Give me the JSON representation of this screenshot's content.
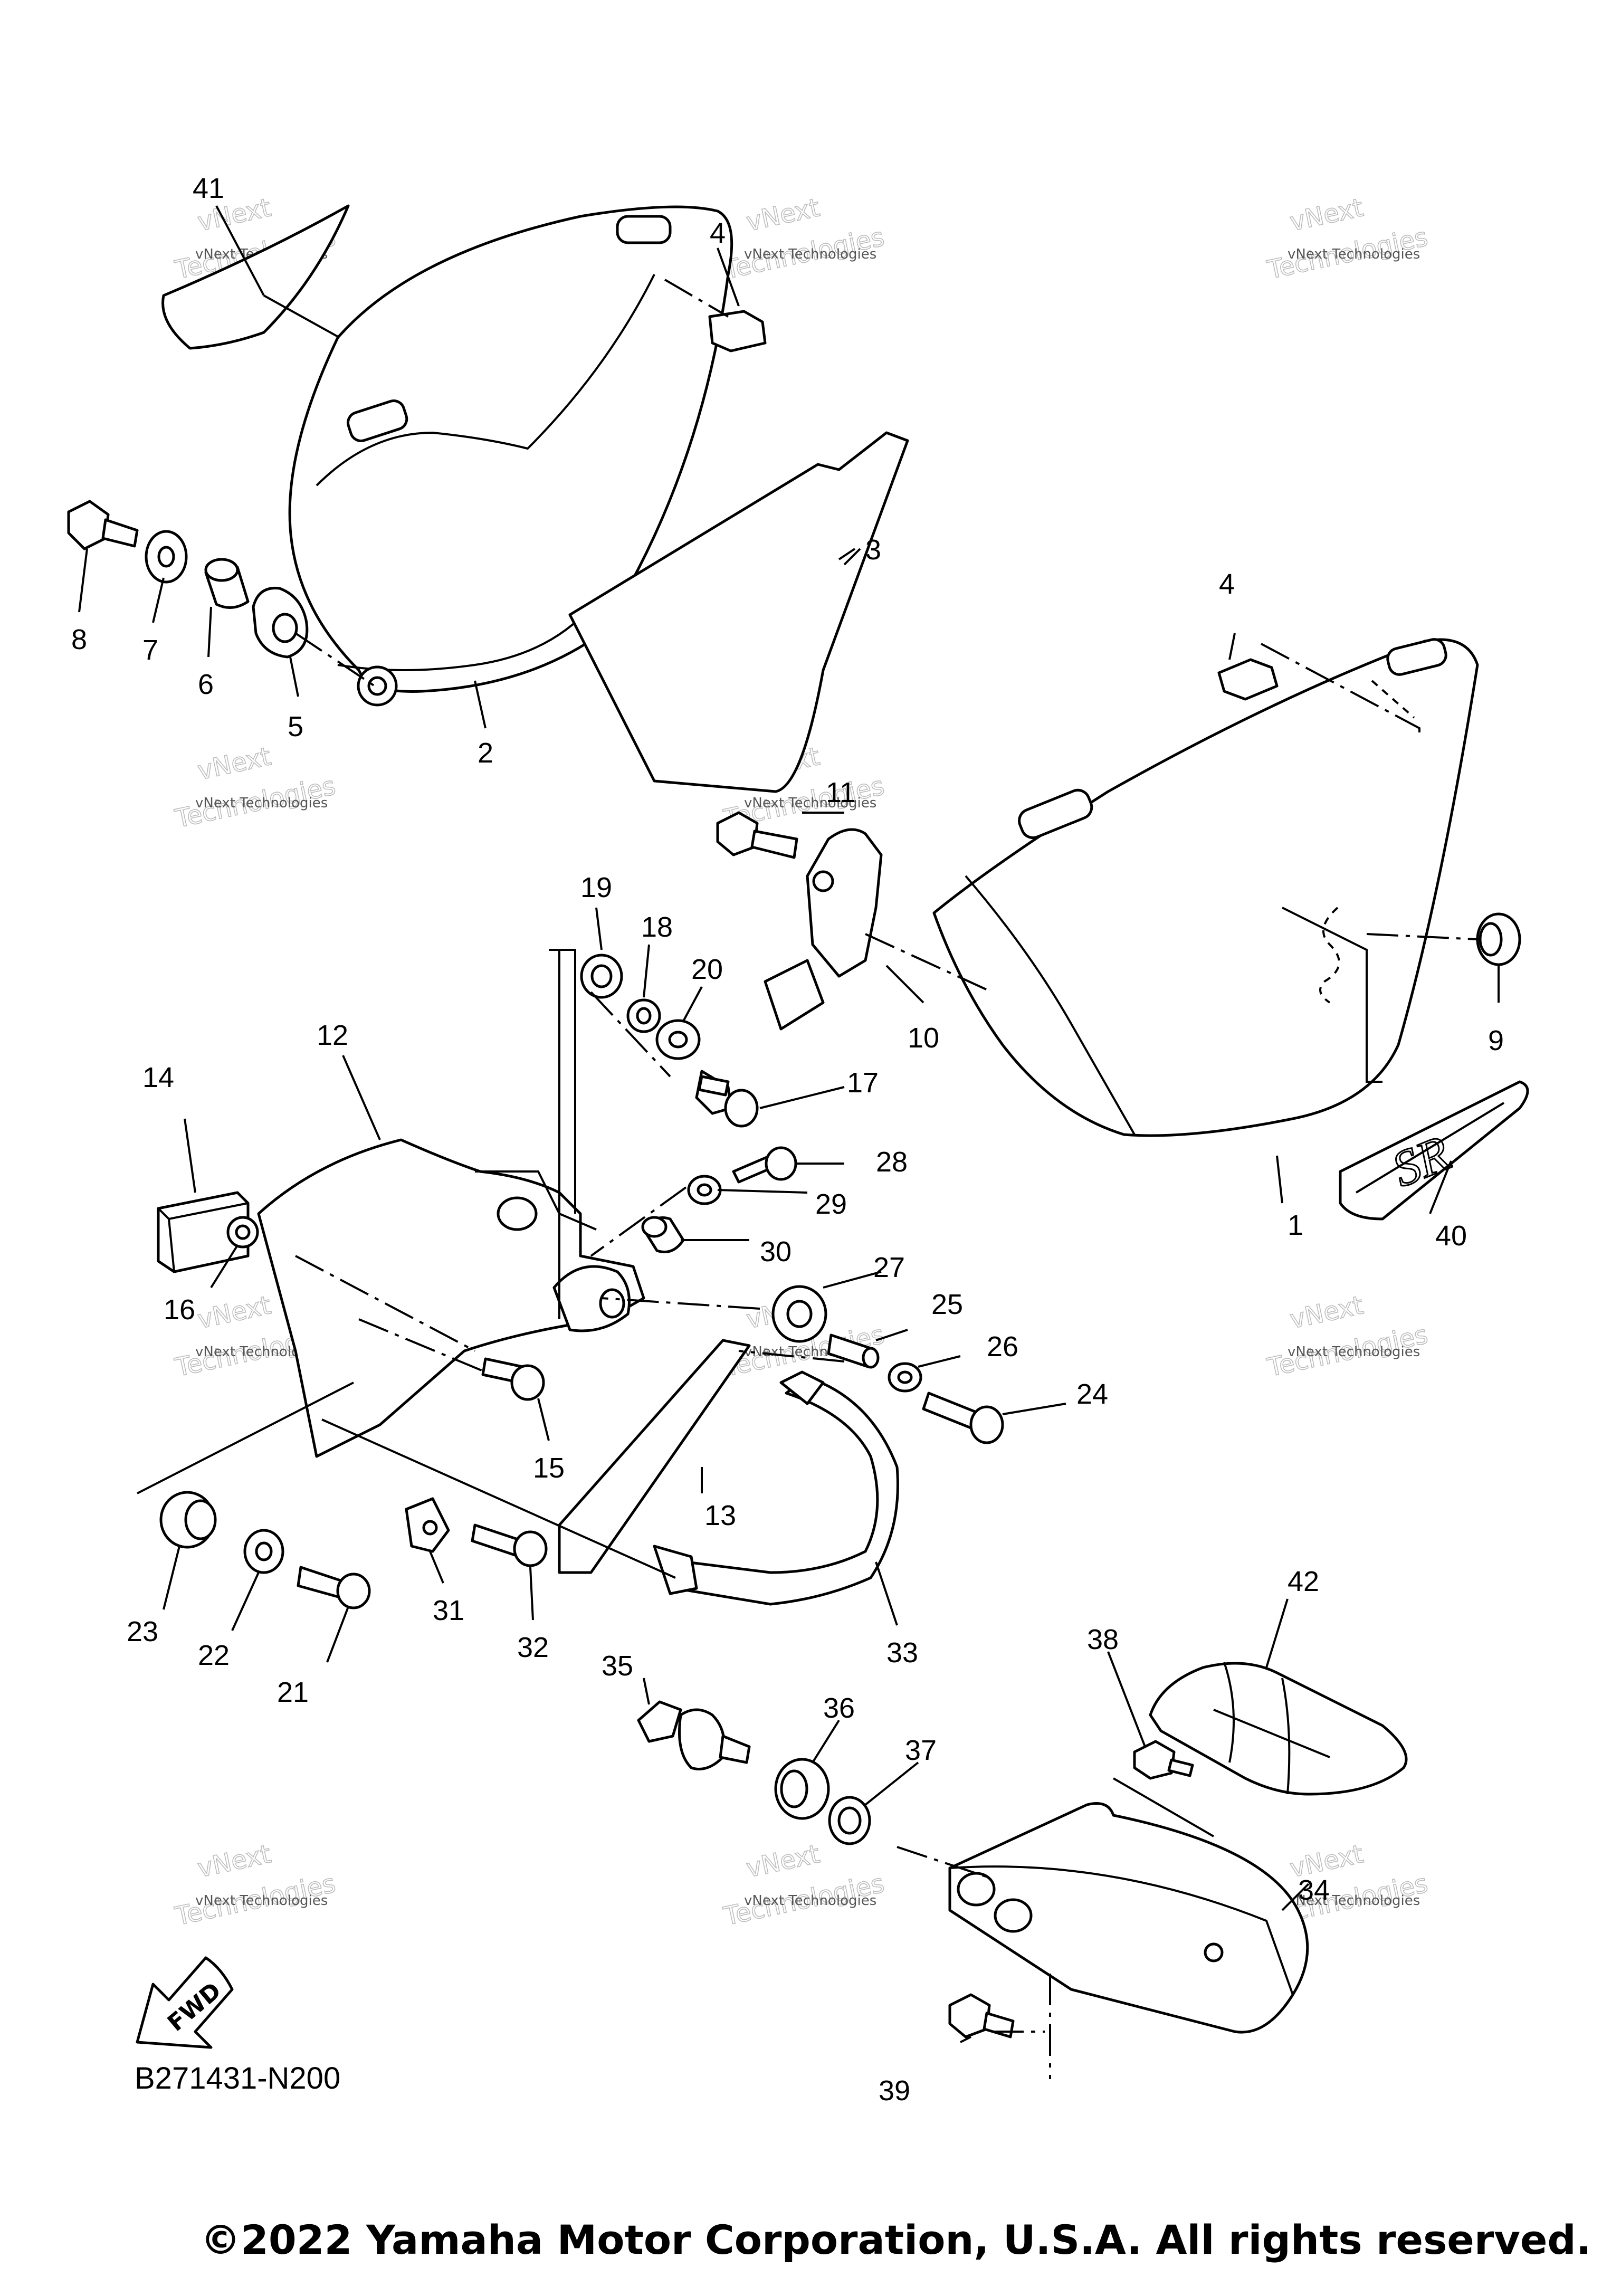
{
  "figure_code": "B271431-N200",
  "copyright": "©2022 Yamaha Motor Corporation, U.S.A. All rights reserved.",
  "fwd_label": "FWD",
  "emblem_text": "SR",
  "watermark": {
    "line1": "vNext Technologies",
    "outline1": "vNext",
    "outline2": "Technologies"
  },
  "callouts": [
    "1",
    "2",
    "3",
    "4",
    "4",
    "5",
    "6",
    "7",
    "8",
    "9",
    "10",
    "11",
    "12",
    "13",
    "14",
    "15",
    "16",
    "17",
    "18",
    "19",
    "20",
    "21",
    "22",
    "23",
    "24",
    "25",
    "26",
    "27",
    "28",
    "29",
    "30",
    "31",
    "32",
    "33",
    "34",
    "35",
    "36",
    "37",
    "38",
    "39",
    "40",
    "41",
    "42"
  ],
  "icons": {
    "fwd_arrow": "fwd-arrow-icon"
  }
}
